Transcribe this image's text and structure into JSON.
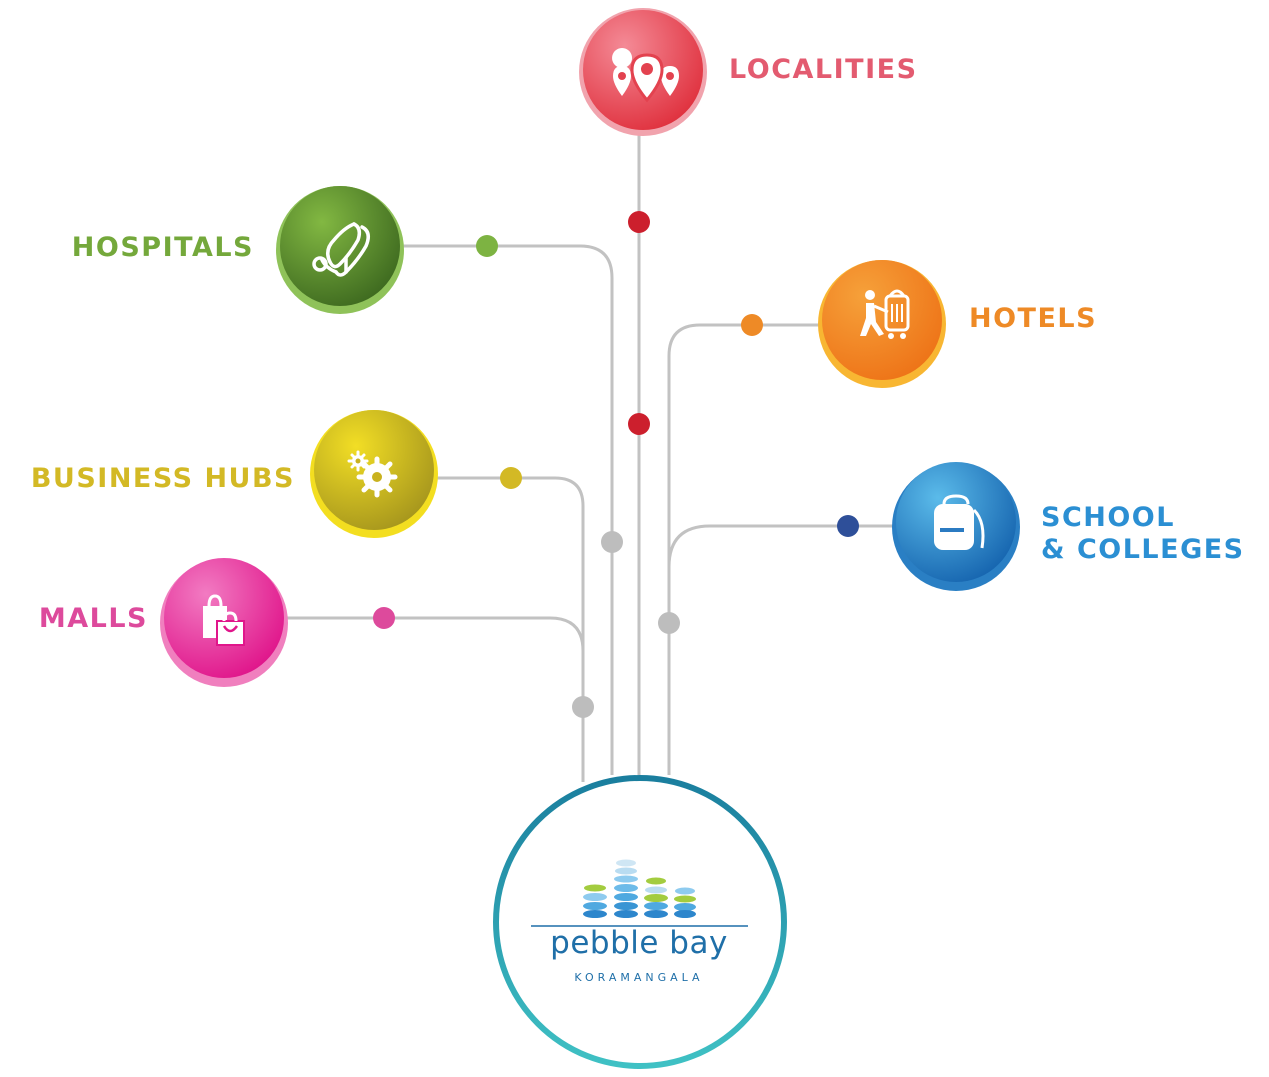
{
  "colors": {
    "line": "#c2c2c2",
    "junction": "#bdbdbd",
    "localities": "#e35b70",
    "hospitals": "#74a83b",
    "hotels": "#ee8a26",
    "business_hubs": "#d3b925",
    "school": "#2b8fd3",
    "malls": "#dd4a9c",
    "center_ring": "#1d86a0",
    "brand_text": "#1f6fa8"
  },
  "categories": {
    "localities": {
      "label": "LOCALITIES",
      "icon": "map-pins-icon"
    },
    "hospitals": {
      "label": "HOSPITALS",
      "icon": "stethoscope-icon"
    },
    "hotels": {
      "label": "HOTELS",
      "icon": "hotel-porter-icon"
    },
    "business_hubs": {
      "label": "BUSINESS HUBS",
      "icon": "gears-icon"
    },
    "school": {
      "label_line1": "SCHOOL",
      "label_line2": "& COLLEGES",
      "icon": "backpack-icon"
    },
    "malls": {
      "label": "MALLS",
      "icon": "shopping-bags-icon"
    }
  },
  "center": {
    "name": "pebble bay",
    "subtitle": "KORAMANGALA",
    "logo_icon": "pebble-stack-logo"
  }
}
